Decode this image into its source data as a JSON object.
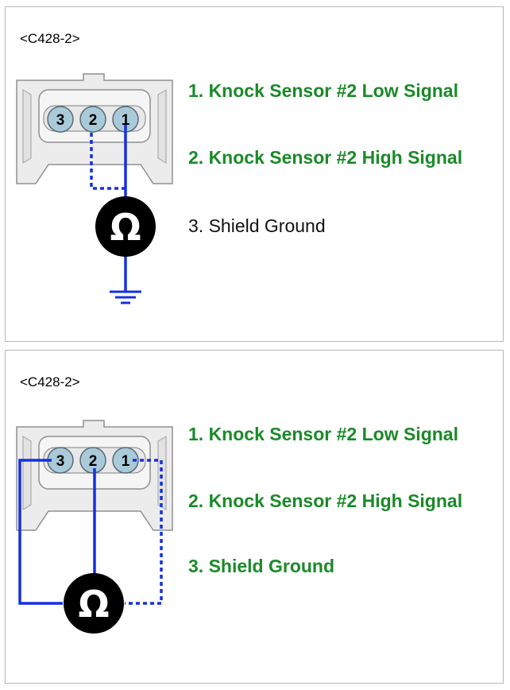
{
  "colors": {
    "highlight": "#1a8a28",
    "normal_text": "#111111",
    "wire": "#1530e0",
    "connector_body": "#ececec",
    "connector_outline": "#909090",
    "pin_fill": "#a9cad9",
    "meter": "#000000"
  },
  "panels": [
    {
      "connector_id": "<C428-2>",
      "meter_symbol": "Ω",
      "pins": [
        {
          "number": "3",
          "label": "3. Shield Ground",
          "highlighted": false
        },
        {
          "number": "2",
          "label": "2. Knock Sensor #2 High Signal",
          "highlighted": true
        },
        {
          "number": "1",
          "label": "1. Knock Sensor #2 Low Signal",
          "highlighted": true
        }
      ],
      "meter_leads": "pin 1 solid, pin 2 dashed, to chassis ground"
    },
    {
      "connector_id": "<C428-2>",
      "meter_symbol": "Ω",
      "pins": [
        {
          "number": "3",
          "label": "3. Shield Ground",
          "highlighted": true
        },
        {
          "number": "2",
          "label": "2. Knock Sensor #2 High Signal",
          "highlighted": true
        },
        {
          "number": "1",
          "label": "1. Knock Sensor #2 Low Signal",
          "highlighted": true
        }
      ],
      "meter_leads": "pin 3 solid, pin 2 solid, pin 1 dashed"
    }
  ]
}
